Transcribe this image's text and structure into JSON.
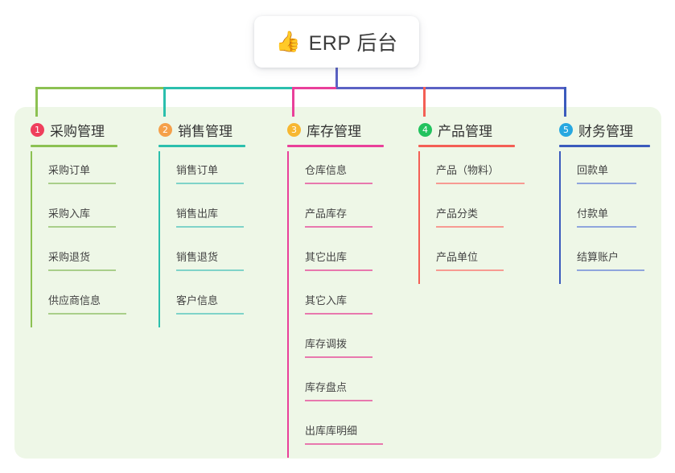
{
  "root": {
    "icon": "thumbs-up-icon",
    "emoji": "👍",
    "title": "ERP 后台"
  },
  "theme": {
    "page_background": "#ffffff",
    "panel_background": "#eef7e7",
    "card_background": "#ffffff",
    "stem_color": "#5b62c4",
    "text_color": "#333333"
  },
  "columns": [
    {
      "number": "1",
      "title": "采购管理",
      "badge_color": "#ef3f5c",
      "rule_color": "#8cc152",
      "branch_color": "#8cc152",
      "leaf_color": "#a9cf8a",
      "items": [
        {
          "label": "采购订单",
          "rule_width": 84
        },
        {
          "label": "采购入库",
          "rule_width": 84
        },
        {
          "label": "采购退货",
          "rule_width": 84
        },
        {
          "label": "供应商信息",
          "rule_width": 97
        }
      ]
    },
    {
      "number": "2",
      "title": "销售管理",
      "badge_color": "#f5a04a",
      "rule_color": "#2bbfad",
      "branch_color": "#2bbfad",
      "leaf_color": "#7fd3c9",
      "items": [
        {
          "label": "销售订单",
          "rule_width": 84
        },
        {
          "label": "销售出库",
          "rule_width": 84
        },
        {
          "label": "销售退货",
          "rule_width": 84
        },
        {
          "label": "客户信息",
          "rule_width": 84
        }
      ]
    },
    {
      "number": "3",
      "title": "库存管理",
      "badge_color": "#f7b731",
      "rule_color": "#e9409a",
      "branch_color": "#e9409a",
      "leaf_color": "#e878ae",
      "items": [
        {
          "label": "仓库信息",
          "rule_width": 84
        },
        {
          "label": "产品库存",
          "rule_width": 84
        },
        {
          "label": "其它出库",
          "rule_width": 84
        },
        {
          "label": "其它入库",
          "rule_width": 84
        },
        {
          "label": "库存调拨",
          "rule_width": 84
        },
        {
          "label": "库存盘点",
          "rule_width": 84
        },
        {
          "label": "出库库明细",
          "rule_width": 97
        }
      ]
    },
    {
      "number": "4",
      "title": "产品管理",
      "badge_color": "#22c35e",
      "rule_color": "#f45f55",
      "branch_color": "#f45f55",
      "leaf_color": "#f79a92",
      "items": [
        {
          "label": "产品（物料）",
          "rule_width": 110
        },
        {
          "label": "产品分类",
          "rule_width": 84
        },
        {
          "label": "产品单位",
          "rule_width": 84
        }
      ]
    },
    {
      "number": "5",
      "title": "财务管理",
      "badge_color": "#27a8e0",
      "rule_color": "#3b5bbd",
      "branch_color": "#3b5bbd",
      "leaf_color": "#8fa5dd",
      "items": [
        {
          "label": "回款单",
          "rule_width": 74
        },
        {
          "label": "付款单",
          "rule_width": 74
        },
        {
          "label": "结算账户",
          "rule_width": 84
        }
      ]
    }
  ]
}
